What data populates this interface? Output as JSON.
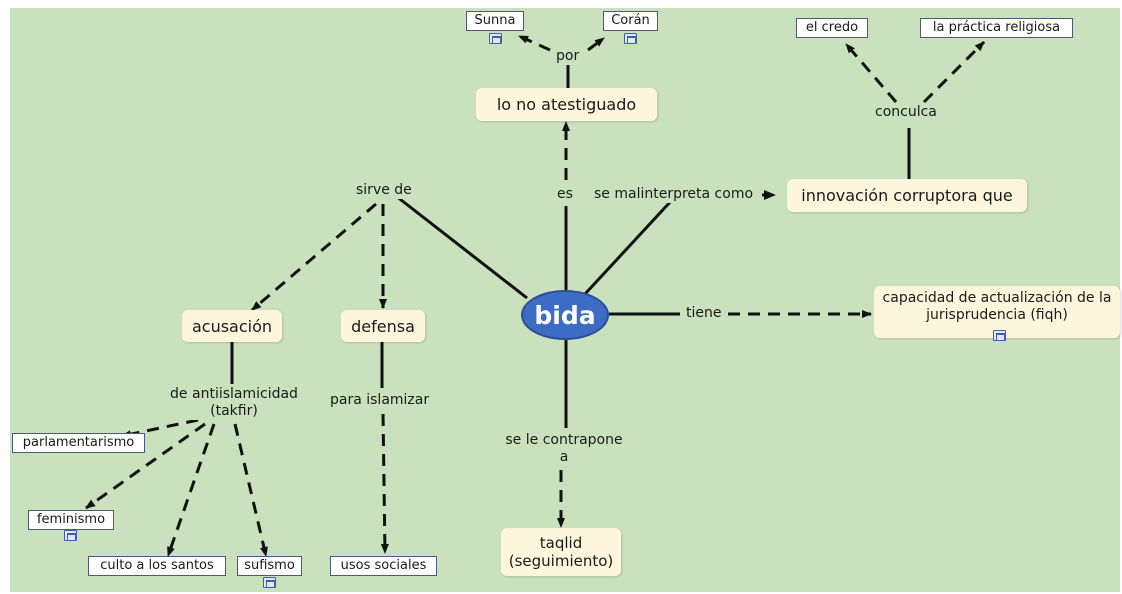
{
  "main_concept": "bida",
  "concepts": {
    "lo_no_atestiguado": "lo no atestiguado",
    "innovacion": "innovación corruptora que",
    "acusacion": "acusación",
    "defensa": "defensa",
    "capacidad": "capacidad de actualización de la jurisprudencia (fiqh)",
    "taqlid": "taqlid (seguimiento)"
  },
  "leaf_concepts": {
    "sunna": "Sunna",
    "coran": "Corán",
    "el_credo": "el credo",
    "practica": "la práctica religiosa",
    "parlamentarismo": "parlamentarismo",
    "feminismo": "feminismo",
    "culto": "culto a los santos",
    "sufismo": "sufismo",
    "usos_sociales": "usos sociales"
  },
  "link_labels": {
    "por": "por",
    "conculca": "conculca",
    "sirve_de": "sirve de",
    "es": "es",
    "se_malinterpreta": "se malinterpreta como",
    "tiene": "tiene",
    "antiislamicidad": "de antiislamicidad (takfir)",
    "islamizar": "para islamizar",
    "contrapone": "se le contrapone a"
  },
  "colors": {
    "background": "#c9e1bd",
    "concept_fill": "#fdf6dc",
    "main_fill": "#3d6cc4",
    "line": "#111111"
  },
  "icons": [
    "resource-icon"
  ]
}
